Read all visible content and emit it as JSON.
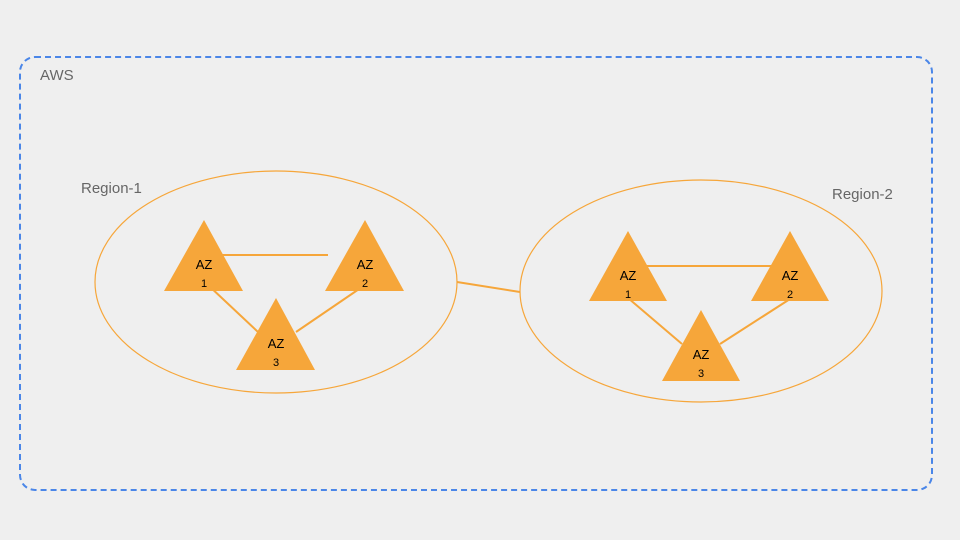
{
  "aws": {
    "label": "AWS"
  },
  "colors": {
    "background": "#efefef",
    "aws_border": "#4a86e8",
    "region_border": "#f6a63a",
    "az_fill": "#f6a63a",
    "connector": "#f6a63a",
    "label_text": "#666666"
  },
  "regions": [
    {
      "label": "Region-1",
      "zones": [
        {
          "name": "AZ",
          "number": "1"
        },
        {
          "name": "AZ",
          "number": "2"
        },
        {
          "name": "AZ",
          "number": "3"
        }
      ]
    },
    {
      "label": "Region-2",
      "zones": [
        {
          "name": "AZ",
          "number": "1"
        },
        {
          "name": "AZ",
          "number": "2"
        },
        {
          "name": "AZ",
          "number": "3"
        }
      ]
    }
  ]
}
